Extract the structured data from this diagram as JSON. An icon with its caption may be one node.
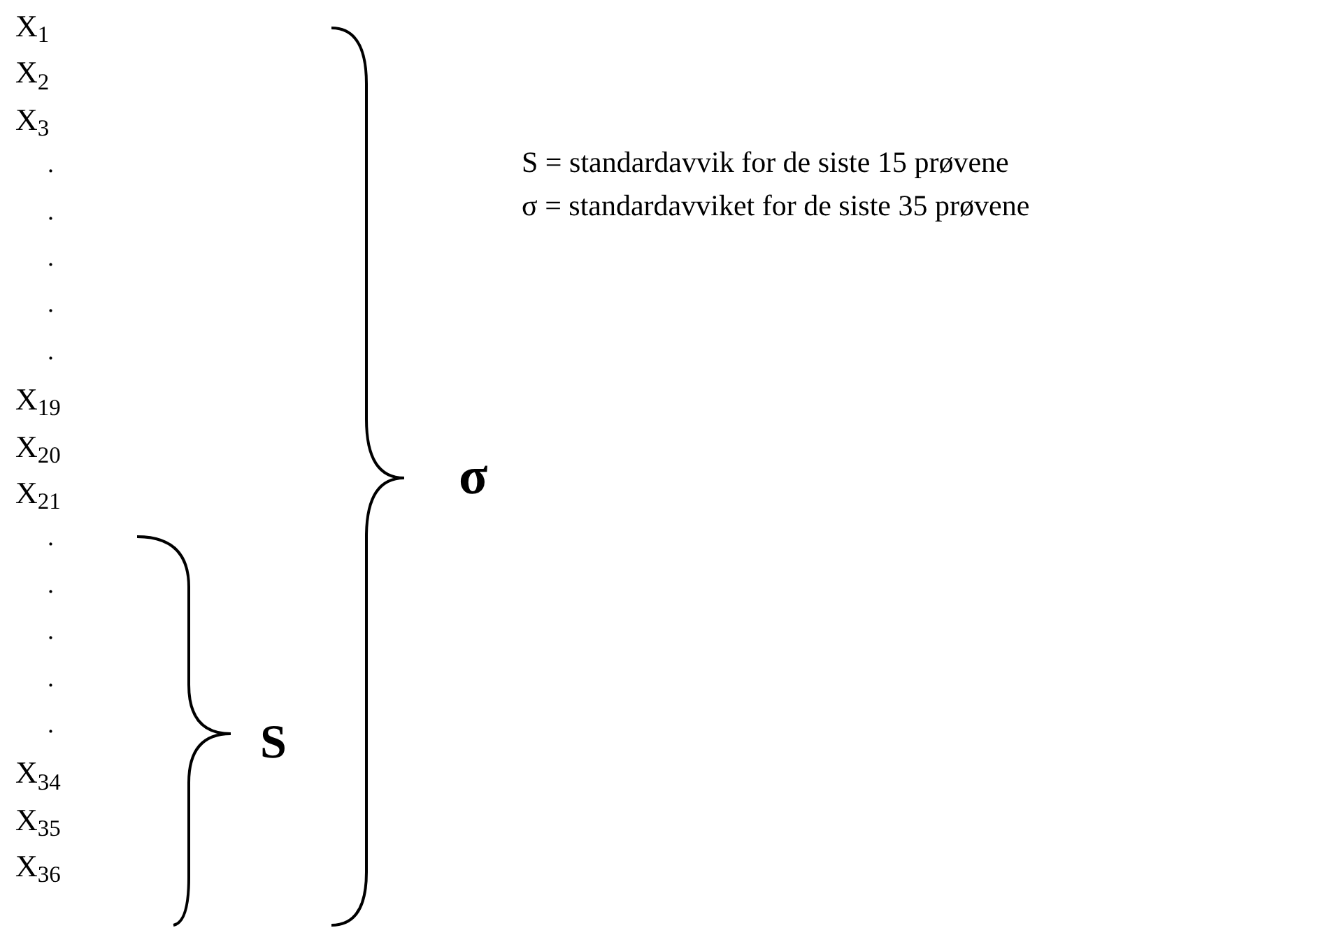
{
  "diagram": {
    "labels": [
      "X$_{1}$",
      "X$_{2}$",
      "X$_{3}$",
      ".",
      ".",
      ".",
      ".",
      ".",
      "X$_{19}$",
      "X$_{20}$",
      "X$_{21}$",
      ".",
      ".",
      ".",
      ".",
      ".",
      "X$_{34}$",
      "X$_{35}$",
      "X$_{36}$",
      "σ",
      "S",
      "S = standardavvik for de siste 15 prøvene",
      "σ = standardavviket for de siste 35 prøvene"
    ]
  }
}
